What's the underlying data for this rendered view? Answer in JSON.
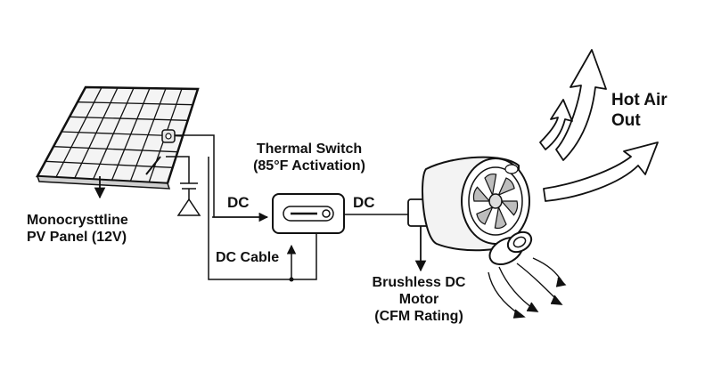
{
  "labels": {
    "panel_line1": "Monocrysttline",
    "panel_line2": "PV Panel (12V)",
    "switch_line1": "Thermal Switch",
    "switch_line2": "(85°F Activation)",
    "dc_in": "DC",
    "dc_out": "DC",
    "dc_cable": "DC Cable",
    "motor_line1": "Brushless DC",
    "motor_line2": "Motor",
    "motor_line3": "(CFM Rating)",
    "hot_line1": "Hot Air",
    "hot_line2": "Out"
  },
  "colors": {
    "ink": "#111111",
    "background": "#ffffff"
  }
}
